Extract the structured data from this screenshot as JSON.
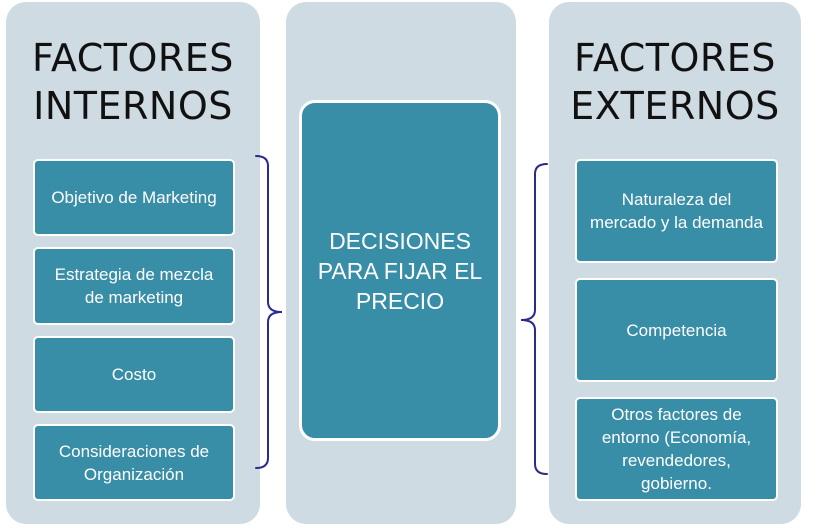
{
  "left": {
    "title_lines": [
      "FACTORES",
      "INTERNOS"
    ],
    "items": [
      "Objetivo de Marketing",
      "Estrategia de mezcla de marketing",
      "Costo",
      "Consideraciones de Organización"
    ]
  },
  "center": {
    "label": "DECISIONES PARA FIJAR EL PRECIO"
  },
  "right": {
    "title_lines": [
      "FACTORES",
      "EXTERNOS"
    ],
    "items": [
      "Naturaleza del mercado y la demanda",
      "Competencia",
      "Otros factores de entorno (Economía, revendedores, gobierno."
    ]
  },
  "colors": {
    "column_bg": "#cfdbe3",
    "box_bg": "#388da7",
    "brace": "#2b2b8c"
  }
}
